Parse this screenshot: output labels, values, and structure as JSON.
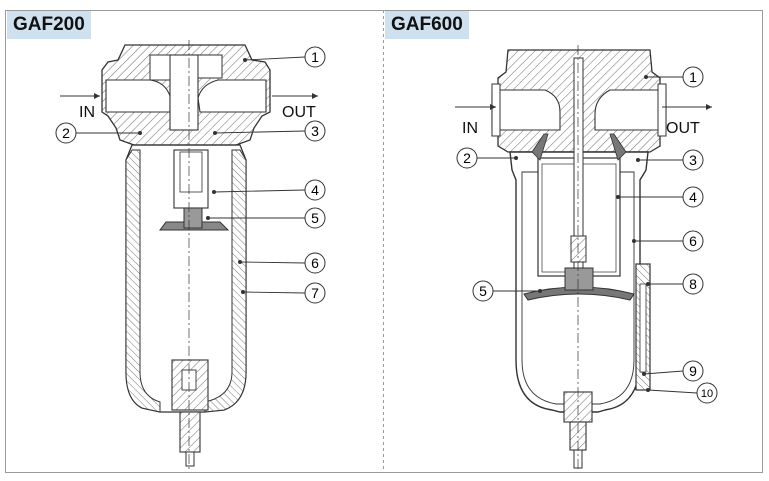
{
  "panels": [
    {
      "title": "GAF200",
      "port_in": "IN",
      "port_out": "OUT",
      "callouts": [
        "1",
        "2",
        "3",
        "4",
        "5",
        "6",
        "7"
      ]
    },
    {
      "title": "GAF600",
      "port_in": "IN",
      "port_out": "OUT",
      "callouts": [
        "1",
        "2",
        "3",
        "4",
        "5",
        "6",
        "8",
        "9",
        "10"
      ]
    }
  ],
  "colors": {
    "title_bg": "#cfe0ee",
    "line": "#333333",
    "hatch": "#666666",
    "border": "#999999"
  }
}
